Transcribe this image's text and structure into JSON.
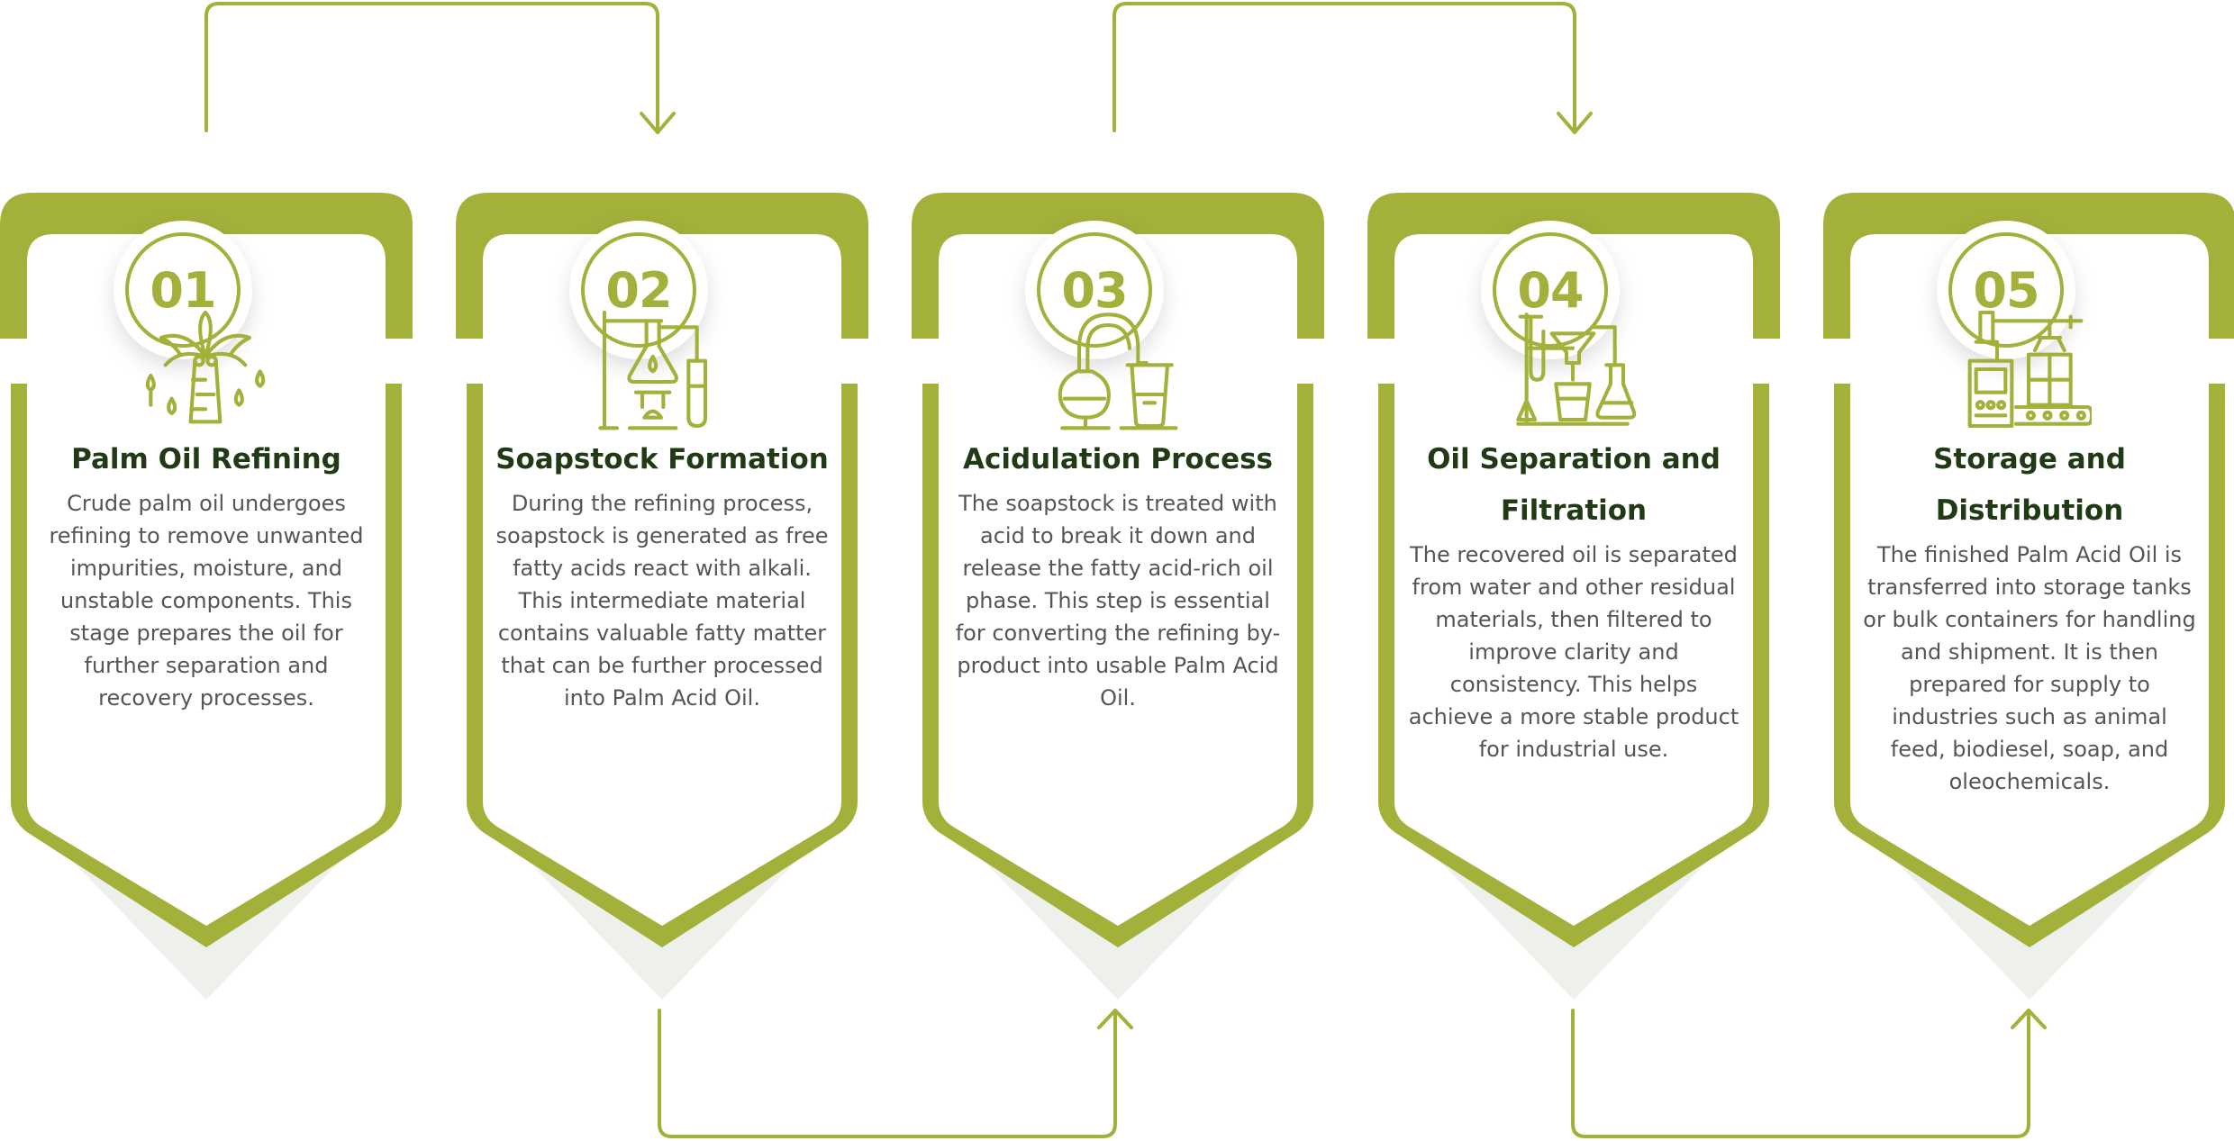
{
  "colors": {
    "accent": "#a3b03a",
    "title": "#1f3a15",
    "body_text": "#555555",
    "shadow_shape": "#eef0ec"
  },
  "steps": [
    {
      "number": "01",
      "title": "Palm Oil Refining",
      "icon": "palm-tree-oil-drops-icon",
      "description": "Crude palm oil undergoes refining to remove unwanted impurities, moisture, and unstable components. This stage prepares the oil for further separation and recovery processes."
    },
    {
      "number": "02",
      "title": "Soapstock Formation",
      "icon": "lab-flask-burner-icon",
      "description": "During the refining process, soapstock is generated as free fatty acids react with alkali. This intermediate material contains valuable fatty matter that can be further processed into Palm Acid Oil."
    },
    {
      "number": "03",
      "title": "Acidulation Process",
      "icon": "distillation-apparatus-icon",
      "description": "The soapstock is treated with acid to break it down and release the fatty acid-rich oil phase. This step is essential for converting the refining by-product into usable Palm Acid Oil."
    },
    {
      "number": "04",
      "title": "Oil Separation and Filtration",
      "icon": "filtration-lab-icon",
      "description": "The recovered oil is separated from water and other residual materials, then filtered to improve clarity and consistency. This helps achieve a more stable product for industrial use."
    },
    {
      "number": "05",
      "title": "Storage and Distribution",
      "icon": "storage-conveyor-machine-icon",
      "description": "The finished Palm Acid Oil is transferred into storage tanks or bulk containers for handling and shipment. It is then prepared for supply to industries such as animal feed, biodiesel, soap, and oleochemicals."
    }
  ]
}
